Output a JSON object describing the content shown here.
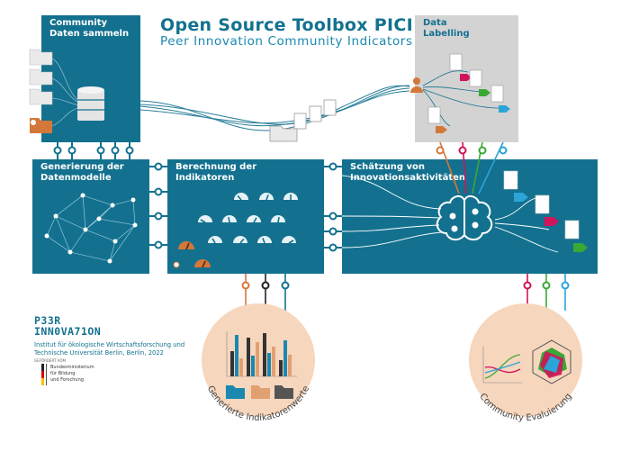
{
  "header": {
    "title": "Open Source Toolbox PICI:",
    "subtitle": "Peer Innovation Community Indicators"
  },
  "panels": {
    "collect": "Community\nDaten sammeln",
    "labelling": "Data\nLabelling",
    "models": "Generierung der\nDatenmodelle",
    "indicators": "Berechnung der\nIndikatoren",
    "estimation": "Schätzung von\nInnovationsaktivitäten"
  },
  "outputs": {
    "indicator_values": "Generierte Indikatorenwerte",
    "evaluation": "Community Evaluierung"
  },
  "logo": {
    "line1": "P33R",
    "line2": "INN0VA71ON"
  },
  "institution": {
    "line1": "Institut für ökologische Wirtschaftsforschung und",
    "line2": "Technische Universität Berlin, Berlin, 2022"
  },
  "funding": {
    "label": "GEFÖRDERT VOM",
    "ministry_line1": "Bundesministerium",
    "ministry_line2": "für Bildung",
    "ministry_line3": "und Forschung"
  },
  "colors": {
    "teal": "#13718f",
    "orange": "#d4773a",
    "pink": "#d0135a",
    "green": "#3aa835",
    "blue": "#2ca4d8",
    "grey_panel": "#d3d3d3",
    "circle_bg": "#f6d6bd"
  }
}
